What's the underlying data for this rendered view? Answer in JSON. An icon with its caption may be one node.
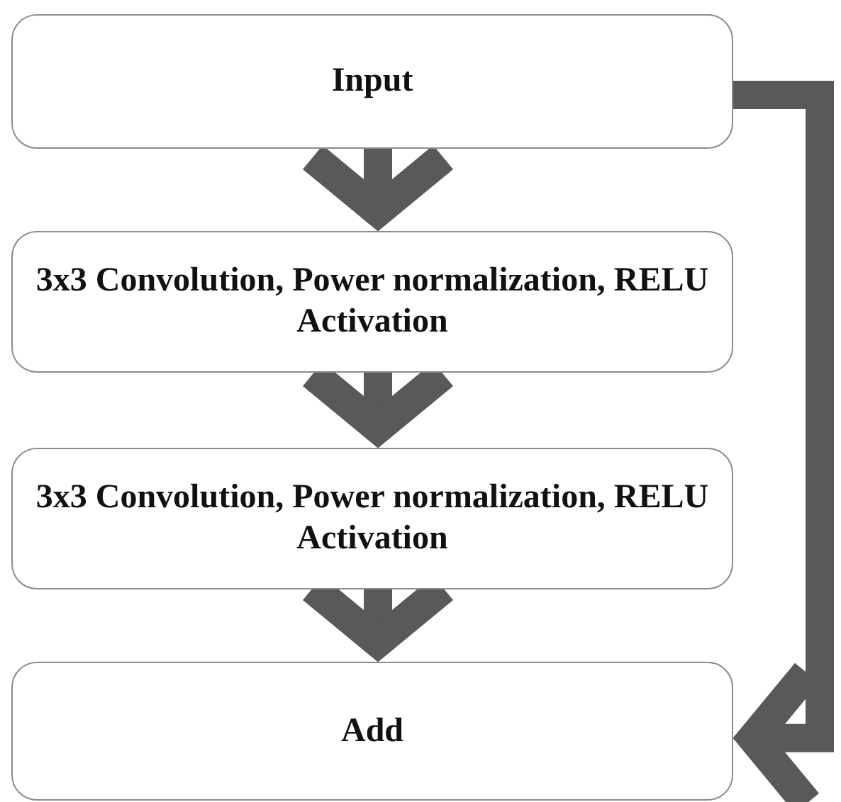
{
  "diagram": {
    "nodes": [
      {
        "text": [
          "Input"
        ]
      },
      {
        "text": [
          "3x3 Convolution, Power normalization, RELU Activation"
        ]
      },
      {
        "text": [
          "3x3 Convolution, Power normalization, RELU Activation"
        ]
      },
      {
        "text": [
          "Add"
        ]
      }
    ],
    "edges": [
      {
        "from": 0,
        "to": 1,
        "arrow": "to"
      },
      {
        "from": 1,
        "to": 2,
        "arrow": "to"
      },
      {
        "from": 2,
        "to": 3,
        "arrow": "to"
      },
      {
        "from": 0,
        "to": 3,
        "arrow": "to"
      }
    ]
  }
}
